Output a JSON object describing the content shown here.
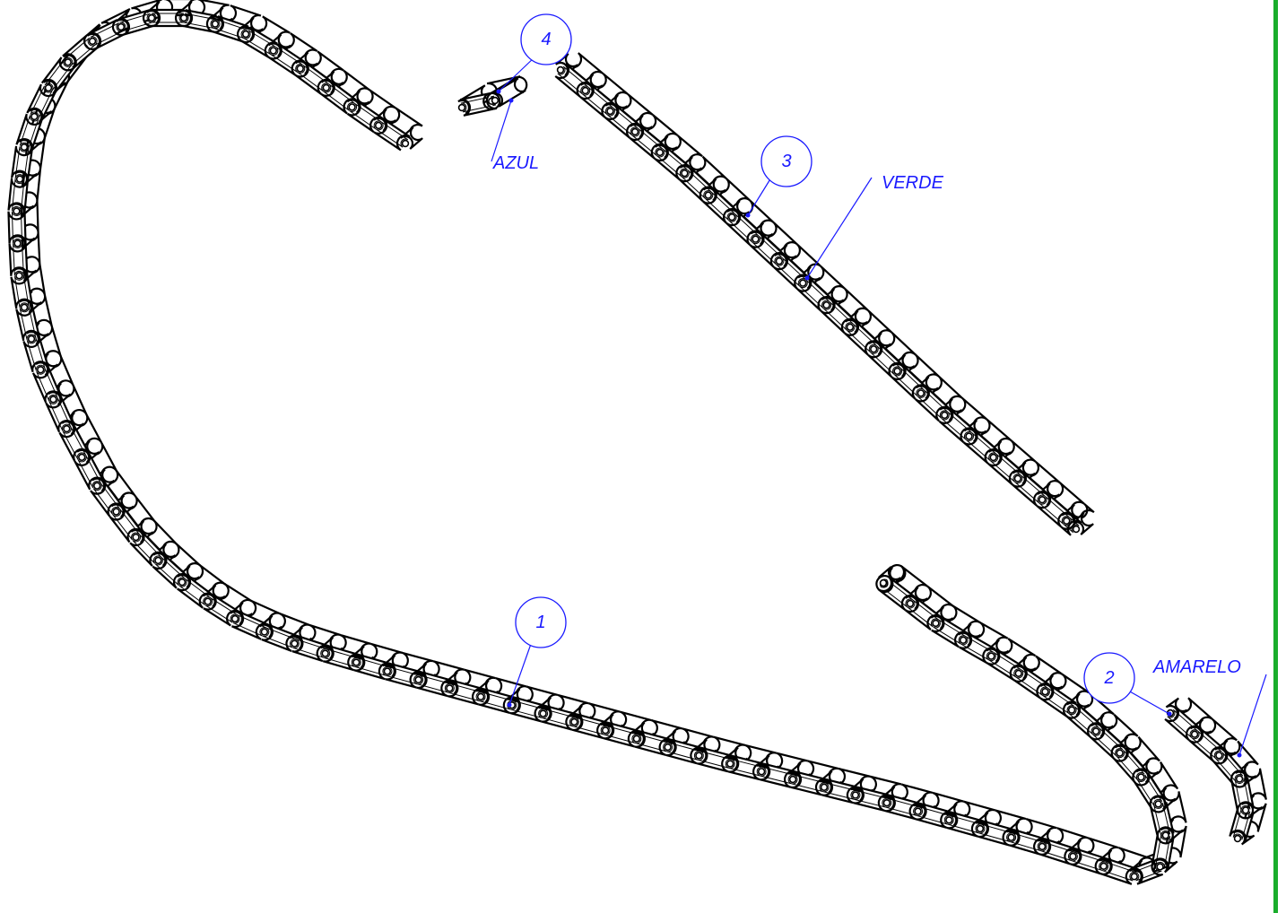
{
  "drawing": {
    "balloons": [
      {
        "id": "balloon-1",
        "number": "1"
      },
      {
        "id": "balloon-2",
        "number": "2"
      },
      {
        "id": "balloon-3",
        "number": "3"
      },
      {
        "id": "balloon-4",
        "number": "4"
      }
    ],
    "notes": {
      "azul": "AZUL",
      "verde": "VERDE",
      "amarelo": "AMARELO"
    },
    "colors": {
      "annotation": "#1a1aff",
      "border": "#1aad2c",
      "linework": "#000000"
    }
  }
}
